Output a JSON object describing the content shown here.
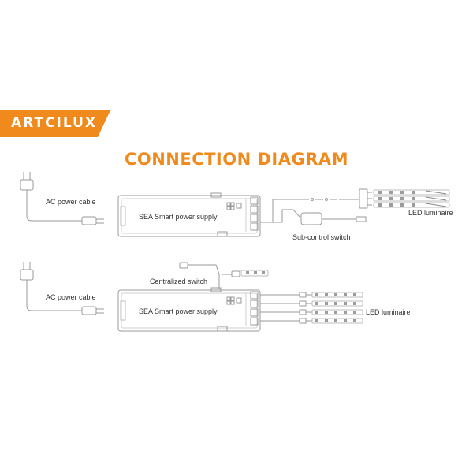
{
  "brand": {
    "name": "ARTCILUX",
    "color": "#f08a1c"
  },
  "title": "CONNECTION DIAGRAM",
  "diagram_top": {
    "ac_label": "AC power cable",
    "supply_label": "SEA Smart power supply",
    "switch_label": "Sub-control switch",
    "led_label": "LED luminaire"
  },
  "diagram_bottom": {
    "ac_label": "AC power cable",
    "supply_label": "SEA Smart power supply",
    "switch_label": "Centralized switch",
    "led_label": "LED luminaire"
  },
  "colors": {
    "line": "#9a9a9a",
    "led": "#bdbdbd",
    "accent": "#f08a1c"
  }
}
